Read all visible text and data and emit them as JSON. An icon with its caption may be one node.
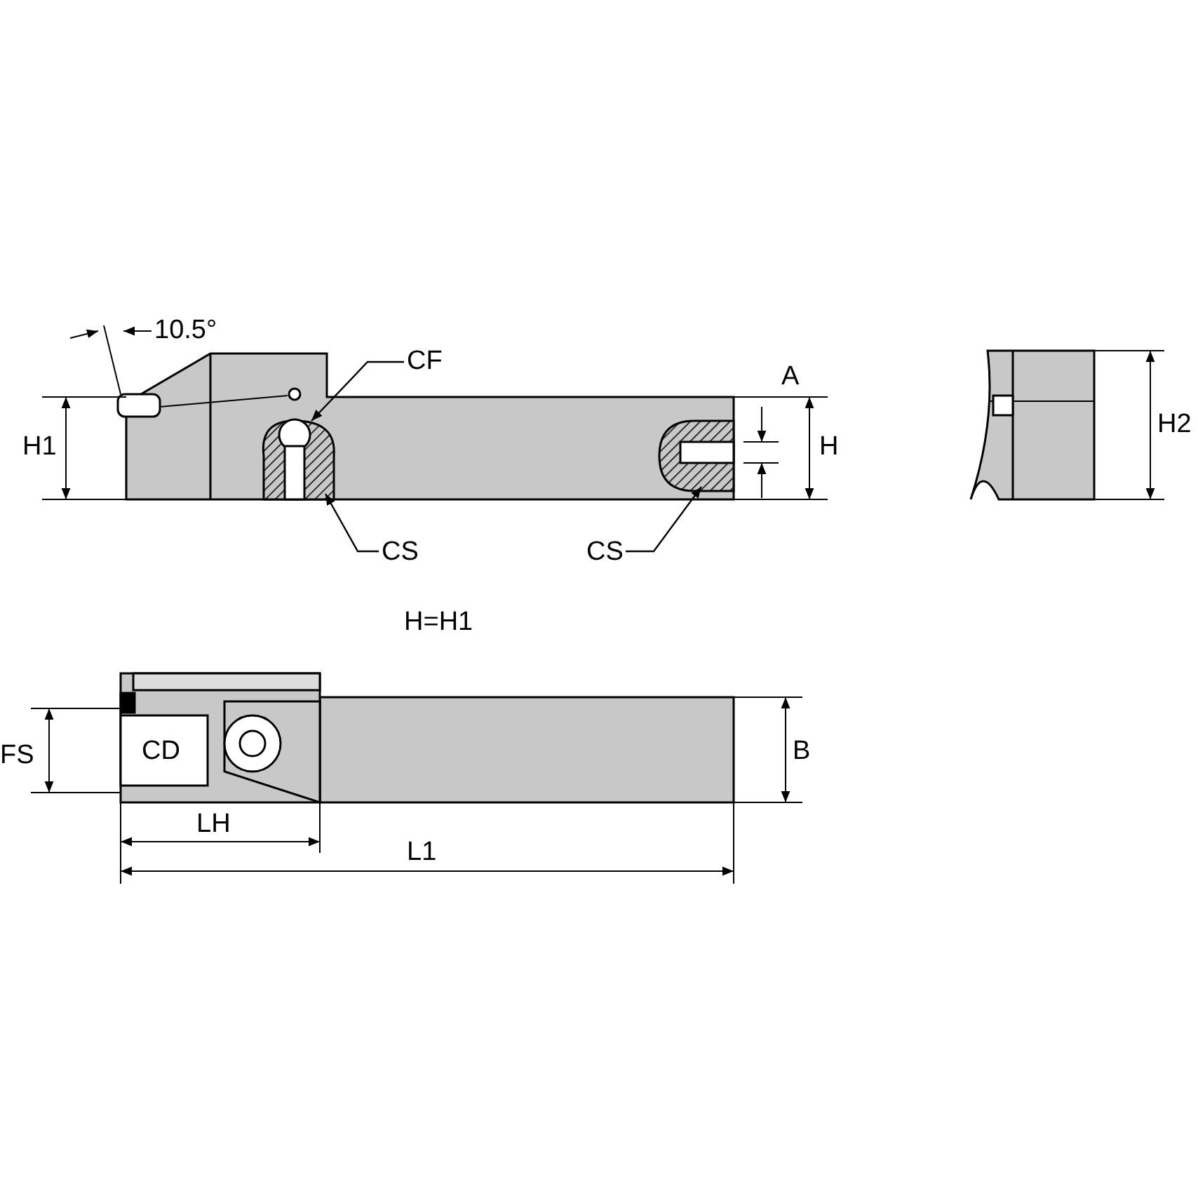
{
  "diagram": {
    "nodes": [
      {
        "text": [
          "CF"
        ]
      },
      {
        "text": [
          "CS"
        ]
      },
      {
        "text": [
          "CS"
        ]
      }
    ],
    "edges": [
      {
        "from": 0,
        "to": null,
        "arrow": "to"
      },
      {
        "from": 1,
        "to": null,
        "arrow": "to"
      },
      {
        "from": 2,
        "to": null,
        "arrow": "to"
      }
    ],
    "labels": [
      "10.5°",
      "H1",
      "A",
      "H",
      "H2",
      "H=H1",
      "FS",
      "CD",
      "B",
      "LH",
      "L1"
    ]
  }
}
